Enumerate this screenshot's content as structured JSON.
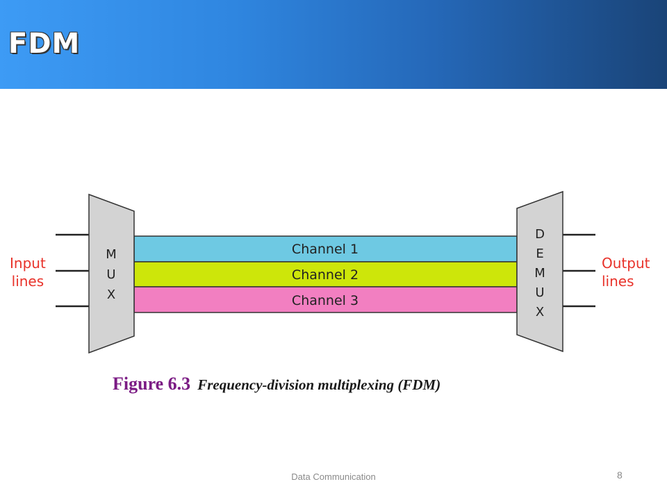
{
  "slide": {
    "title": "FDM",
    "footer": "Data Communication",
    "page_number": "8"
  },
  "diagram": {
    "input_label": [
      "Input",
      "lines"
    ],
    "output_label": [
      "Output",
      "lines"
    ],
    "mux_letters": [
      "M",
      "U",
      "X"
    ],
    "demux_letters": [
      "D",
      "E",
      "M",
      "U",
      "X"
    ],
    "channels": [
      {
        "label": "Channel 1",
        "color": "#6ec9e3"
      },
      {
        "label": "Channel 2",
        "color": "#cde60a"
      },
      {
        "label": "Channel 3",
        "color": "#f27fc1"
      }
    ],
    "label_color": "#e8322a",
    "box_fill": "#d3d3d3"
  },
  "caption": {
    "number": "Figure 6.3",
    "text": "Frequency-division multiplexing (FDM)"
  }
}
